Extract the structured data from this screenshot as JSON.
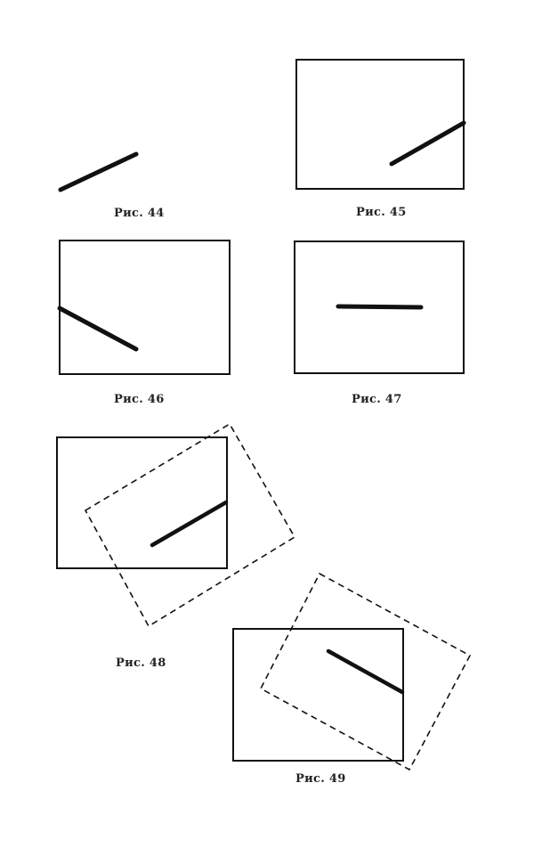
{
  "figures": [
    {
      "label": "Рис. 44"
    },
    {
      "label": "Рис. 45"
    },
    {
      "label": "Рис. 46"
    },
    {
      "label": "Рис. 47"
    },
    {
      "label": "Рис. 48"
    },
    {
      "label": "Рис. 49"
    }
  ],
  "colors": {
    "ink": "#111111",
    "paper": "#ffffff"
  }
}
